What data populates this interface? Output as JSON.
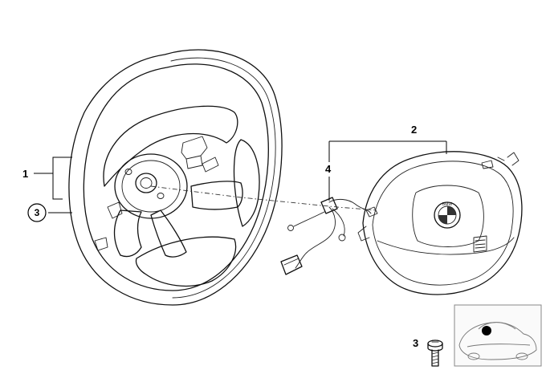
{
  "callouts": {
    "steering_wheel": "1",
    "airbag_module": "2",
    "bolt": "3",
    "wiring_harness": "4"
  },
  "emblem_text": "BMW"
}
